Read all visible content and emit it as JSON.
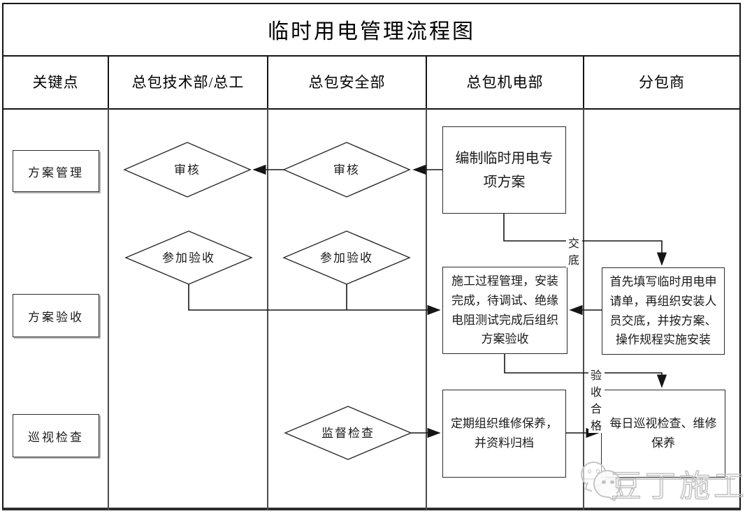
{
  "title": "临时用电管理流程图",
  "header": {
    "columns": [
      "关键点",
      "总包技术部/总工",
      "总包安全部",
      "总包机电部",
      "分包商"
    ]
  },
  "keypoints": [
    {
      "label": "方案管理"
    },
    {
      "label": "方案验收"
    },
    {
      "label": "巡视检查"
    }
  ],
  "nodes": {
    "review_tech": {
      "label": "审核"
    },
    "review_safety": {
      "label": "审核"
    },
    "compile": {
      "label": "编制临时用电专\n项方案"
    },
    "accept_tech": {
      "label": "参加验收"
    },
    "accept_safety": {
      "label": "参加验收"
    },
    "process": {
      "label": "施工过程管理，安装\n完成，待调试、绝缘\n电阻测试完成后组织\n方案验收"
    },
    "apply": {
      "label": "首先填写临时用电申\n请单，再组织安装人\n员交底，并按方案、\n操作规程实施安装"
    },
    "supervise": {
      "label": "监督检查"
    },
    "maintain": {
      "label": "定期组织维修保养，\n并资料归档"
    },
    "daily": {
      "label": "每日巡视检查、维修\n保养"
    }
  },
  "edges": {
    "handover": "交底",
    "pass": "验收合格"
  },
  "watermark": {
    "text": "豆丁施工",
    "icon": "chat-bubbles"
  },
  "colors": {
    "line": "#151515",
    "body_grid": "#4c4c4c",
    "watermark": "#c6c6c6",
    "shadow": "#b4b4b4"
  }
}
